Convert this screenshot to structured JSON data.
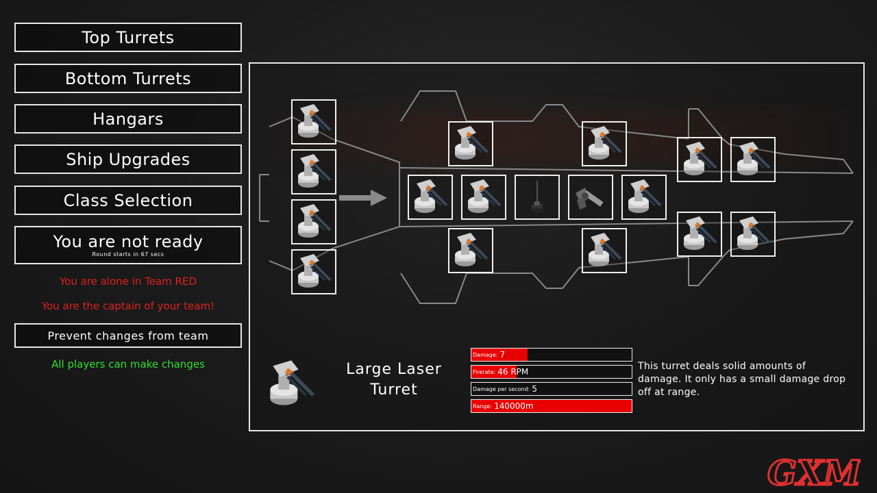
{
  "menu": {
    "top_turrets": "Top Turrets",
    "bottom_turrets": "Bottom Turrets",
    "hangars": "Hangars",
    "ship_upgrades": "Ship Upgrades",
    "class_selection": "Class Selection",
    "ready_status": "You are not ready",
    "round_timer": "Round starts in 67 secs"
  },
  "status": {
    "team_message": "You are alone in Team RED",
    "captain_message": "You are the captain of your team!",
    "prevent_button": "Prevent changes from team",
    "permission_message": "All players can make changes"
  },
  "selected_turret": {
    "name_line1": "Large Laser",
    "name_line2": "Turret",
    "stats": [
      {
        "label": "Damage:",
        "value": "7",
        "fill": 0.35
      },
      {
        "label": "Firerate:",
        "value": "46 RPM",
        "fill": 0.28
      },
      {
        "label": "Damage per second:",
        "value": "5",
        "fill": 0.0
      },
      {
        "label": "Range:",
        "value": "140000m",
        "fill": 1.0
      }
    ],
    "description": "This turret deals solid amounts of damage. It only has a small damage drop off at range."
  },
  "slots": [
    {
      "id": "front-1",
      "icon": "laser-turret-icon"
    },
    {
      "id": "front-2",
      "icon": "laser-turret-icon"
    },
    {
      "id": "front-3",
      "icon": "laser-turret-icon"
    },
    {
      "id": "front-4",
      "icon": "laser-turret-icon"
    },
    {
      "id": "mid-top-1",
      "icon": "laser-turret-icon"
    },
    {
      "id": "mid-top-2",
      "icon": "laser-turret-icon"
    },
    {
      "id": "center-1",
      "icon": "laser-turret-icon"
    },
    {
      "id": "center-2",
      "icon": "laser-turret-icon"
    },
    {
      "id": "center-3",
      "icon": "antenna-turret-icon"
    },
    {
      "id": "center-4",
      "icon": "cannon-turret-icon"
    },
    {
      "id": "center-5",
      "icon": "laser-turret-icon"
    },
    {
      "id": "mid-bottom-1",
      "icon": "laser-turret-icon"
    },
    {
      "id": "mid-bottom-2",
      "icon": "laser-turret-icon"
    },
    {
      "id": "rear-top-1",
      "icon": "laser-turret-icon"
    },
    {
      "id": "rear-top-2",
      "icon": "laser-turret-icon"
    },
    {
      "id": "rear-bottom-1",
      "icon": "laser-turret-icon"
    },
    {
      "id": "rear-bottom-2",
      "icon": "laser-turret-icon"
    }
  ],
  "logo_text": "GXM",
  "colors": {
    "team_red": "#e02020",
    "permission_green": "#2fe02f",
    "stat_fill": "#e80000",
    "logo": "#e03030"
  }
}
